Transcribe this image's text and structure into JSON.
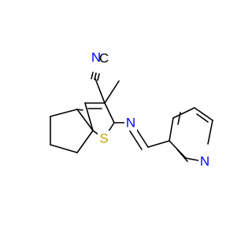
{
  "molecule": {
    "atoms": {
      "n_nitrile": {
        "text": "N",
        "color": "#0000ff"
      },
      "c_nitrile": {
        "text": "C",
        "color": "#000000"
      },
      "n_imine": {
        "text": "N",
        "color": "#0000ff"
      },
      "s_thiophene": {
        "text": "S",
        "color": "#c8a000"
      },
      "n_pyridine": {
        "text": "N",
        "color": "#0000ff"
      }
    },
    "colors": {
      "bond": "#000000",
      "nitrogen": "#0000ff",
      "sulfur": "#c8a000",
      "background": "#ffffff"
    }
  }
}
